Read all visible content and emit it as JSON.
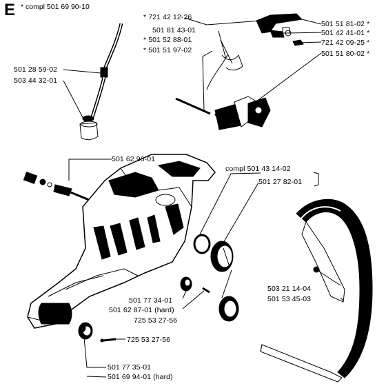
{
  "section": {
    "letter": "E",
    "subtitle": "* compl 501 69 90-10"
  },
  "parts": {
    "p1": "* 721 42 12-26",
    "p2": "501 81 43-01",
    "p3": "* 501 52 88-01",
    "p4": "* 501 51 97-02",
    "p5": "501 51 81-02 *",
    "p6": "501 42 41-01 *",
    "p7": "721 42 09-25 *",
    "p8": "501 51 80-02 *",
    "p9": "501 28 59-02",
    "p10": "503 44 32-01",
    "p11": "501 62 96-01",
    "p12": "compl 501 43 14-02",
    "p13": "501 27 82-01",
    "p14": "503 21 14-04",
    "p15": "501 53 45-03",
    "p16": "501 77 34-01",
    "p17": "501 62 87-01 (hard)",
    "p18": "725 53 27-56",
    "p19": "725 53 27-56",
    "p20": "501 77 35-01",
    "p21": "501 69 94-01 (hard)"
  }
}
